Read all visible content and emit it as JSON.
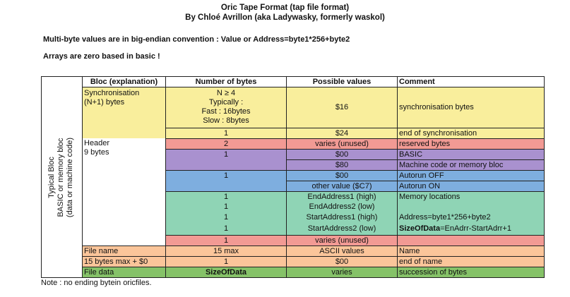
{
  "title_line1": "Oric Tape Format (tap file format)",
  "title_line2": "By Chloé Avrillon (aka Ladywasky, formerly waskol)",
  "note_endian": "Multi-byte values are in  big-endian convention :  Value or Address=byte1*256+byte2",
  "note_arrays": "Arrays are zero based in basic !",
  "footnote": "Note : no ending bytein oricfiles.",
  "side_label": [
    "Typical Bloc",
    "BASIC or memory bloc",
    "(data or machine code)"
  ],
  "headers": {
    "bloc": "Bloc (explanation)",
    "bytes": "Number of bytes",
    "values": "Possible values",
    "comment": "Comment"
  },
  "bloc": {
    "sync1": "Synchronisation",
    "sync2": "(N+1) bytes",
    "header1": "Header",
    "header2": "9 bytes",
    "filename": "File name",
    "filename_size": "15 bytes max + $0",
    "filedata": "File data"
  },
  "sync_bytes": [
    "N ≥ 4",
    "Typically :",
    "Fast : 16bytes",
    "Slow : 8bytes"
  ],
  "rows": {
    "sync_value": "$16",
    "sync_comment": "synchronisation bytes",
    "end_sync_bytes": "1",
    "end_sync_value": "$24",
    "end_sync_comment": "end of synchronisation",
    "reserved_bytes": "2",
    "reserved_value": "varies (unused)",
    "reserved_comment": "reserved bytes",
    "type_bytes": "1",
    "type_value1": "$00",
    "type_comment1": "BASIC",
    "type_value2": "$80",
    "type_comment2": "Machine code or memory bloc",
    "autorun_bytes": "1",
    "autorun_value1": "$00",
    "autorun_comment1": "Autorun OFF",
    "autorun_value2": "other value ($C7)",
    "autorun_comment2": "Autorun ON",
    "addr_bytes": [
      "1",
      "1",
      "1",
      "1"
    ],
    "addr_values": [
      "EndAddress1 (high)",
      "EndAddress2 (low)",
      "StartAddress1 (high)",
      "StartAddress2 (low)"
    ],
    "addr_comment1": "Memory locations",
    "addr_comment3": "Address=byte1*256+byte2",
    "addr_comment4_bold": "SizeOfData",
    "addr_comment4_rest": "=EnAdrr-StartAdrr+1",
    "unused_bytes": "1",
    "unused_value": "varies (unused)",
    "name_bytes": "15 max",
    "name_value": "ASCII values",
    "name_comment": "Name",
    "name_end_bytes": "1",
    "name_end_value": "$00",
    "name_end_comment": "end of name",
    "data_bytes": "SizeOfData",
    "data_value": "varies",
    "data_comment": "succession of bytes"
  },
  "colors": {
    "sync": "#f9ee9c",
    "reserved": "#f29a94",
    "type": "#a991cf",
    "autorun": "#7eaedf",
    "address": "#8fd4b5",
    "filename": "#fbc59a",
    "filedata": "#85c268"
  }
}
